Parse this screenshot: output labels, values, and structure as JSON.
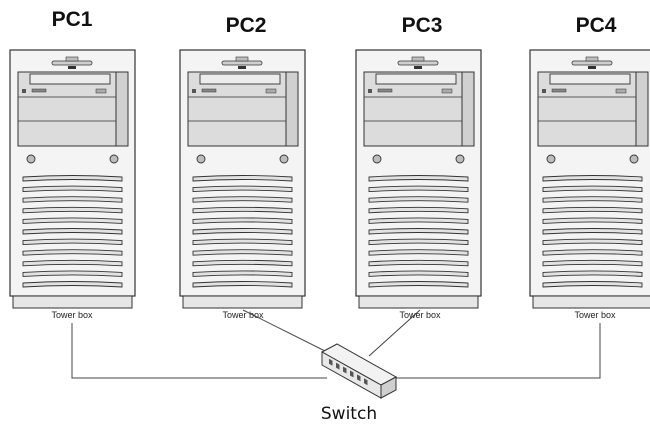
{
  "pcs": [
    {
      "title": "PC1",
      "caption": "Tower box"
    },
    {
      "title": "PC2",
      "caption": "Tower box"
    },
    {
      "title": "PC3",
      "caption": "Tower box"
    },
    {
      "title": "PC4",
      "caption": "Tower box"
    }
  ],
  "switch": {
    "label": "Switch"
  },
  "colors": {
    "case_face": "#f4f4f4",
    "drive_bay": "#dcdcdc",
    "outline": "#333333",
    "line": "#444444",
    "switch_body": "#e8e8e8"
  }
}
